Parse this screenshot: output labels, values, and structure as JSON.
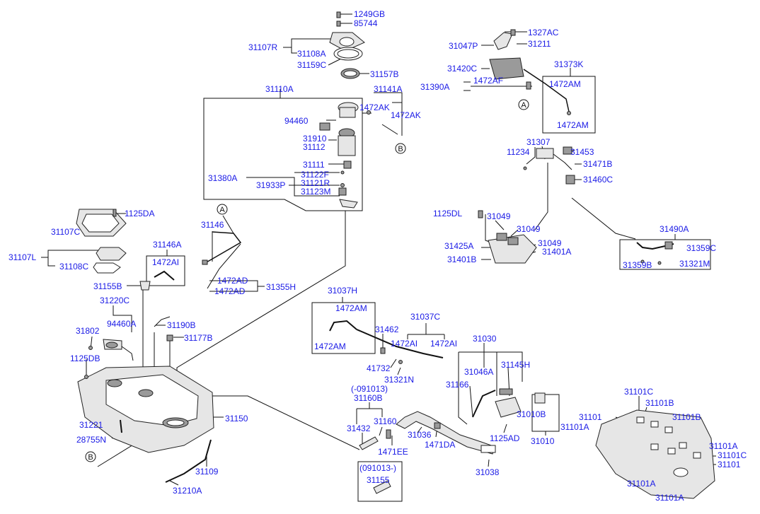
{
  "labels": {
    "p1249GB": "1249GB",
    "p85744": "85744",
    "p31107R": "31107R",
    "p31108A": "31108A",
    "p31159C": "31159C",
    "p31157B": "31157B",
    "p31110A": "31110A",
    "p31141A": "31141A",
    "p1472AK_a": "1472AK",
    "p1472AK_b": "1472AK",
    "p94460": "94460",
    "p31910": "31910",
    "p31112": "31112",
    "p31111": "31111",
    "p31380A": "31380A",
    "p31122F": "31122F",
    "p31933P": "31933P",
    "p31121R": "31121R",
    "p31123M": "31123M",
    "p1125DA": "1125DA",
    "p31107C": "31107C",
    "p31107L": "31107L",
    "p31108C": "31108C",
    "p31146": "31146",
    "p31146A": "31146A",
    "p1472AI_a": "1472AI",
    "p31155B": "31155B",
    "p1472AD_a": "1472AD",
    "p1472AD_b": "1472AD",
    "p31355H": "31355H",
    "p31220C": "31220C",
    "p94460A": "94460A",
    "p31802": "31802",
    "p31190B": "31190B",
    "p31177B": "31177B",
    "p1125DB": "1125DB",
    "p31221": "31221",
    "p28755N": "28755N",
    "p31150": "31150",
    "p31109": "31109",
    "p31210A": "31210A",
    "p1327AC": "1327AC",
    "p31047P": "31047P",
    "p31211": "31211",
    "p31420C": "31420C",
    "p31373K": "31373K",
    "p31390A": "31390A",
    "p1472AF": "1472AF",
    "p1472AM_a": "1472AM",
    "p1472AM_b": "1472AM",
    "p31307": "31307",
    "p11234": "11234",
    "p31453": "31453",
    "p31471B": "31471B",
    "p31460C": "31460C",
    "p1125DL": "1125DL",
    "p31049_a": "31049",
    "p31049_b": "31049",
    "p31049_c": "31049",
    "p31425A": "31425A",
    "p31401A": "31401A",
    "p31401B": "31401B",
    "p31490A": "31490A",
    "p31359C": "31359C",
    "p31359B": "31359B",
    "p31321M": "31321M",
    "p31037H": "31037H",
    "p1472AM_c": "1472AM",
    "p1472AM_d": "1472AM",
    "p31037C": "31037C",
    "p31462": "31462",
    "p1472AI_b": "1472AI",
    "p1472AI_c": "1472AI",
    "p41732": "41732",
    "p31321N": "31321N",
    "p31030": "31030",
    "p31046A": "31046A",
    "p31145H": "31145H",
    "p31166": "31166",
    "p091013a": "(-091013)",
    "p31160B": "31160B",
    "p31432": "31432",
    "p31160": "31160",
    "p31036": "31036",
    "p1471DA": "1471DA",
    "p1471EE": "1471EE",
    "p31010B": "31010B",
    "p1125AD": "1125AD",
    "p31010": "31010",
    "p31038": "31038",
    "p091013b": "(091013-)",
    "p31155": "31155",
    "p31101C": "31101C",
    "p31101B_a": "31101B",
    "p31101_a": "31101",
    "p31101B_b": "31101B",
    "p31101A_a": "31101A",
    "p31101A_b": "31101A",
    "p31101C_b": "31101C",
    "p31101_b": "31101",
    "p31101A_c": "31101A",
    "p31101A_d": "31101A"
  },
  "callouts": {
    "A": "A",
    "B": "B"
  }
}
